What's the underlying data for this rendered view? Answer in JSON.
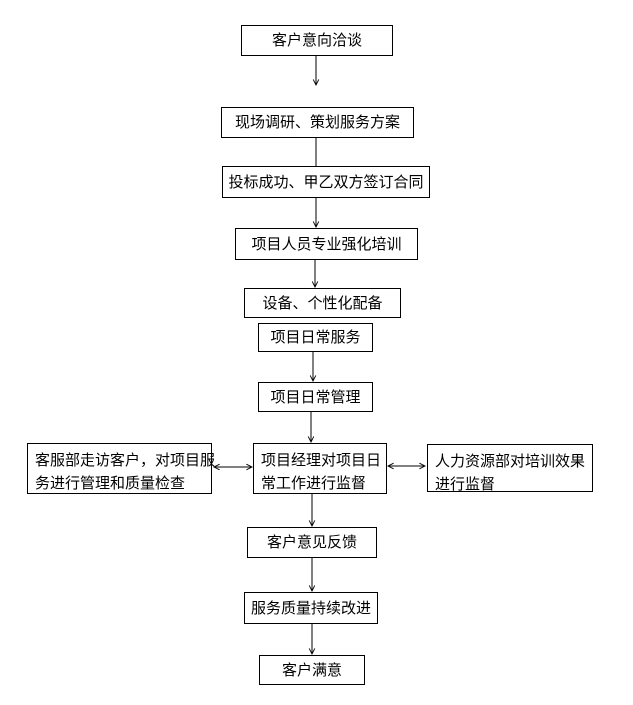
{
  "page": {
    "background_color": "#ffffff",
    "line_color": "#000000",
    "text_color": "#000000"
  },
  "flowchart": {
    "type": "flowchart",
    "nodes": [
      {
        "id": "initial-talk",
        "label": "客户意向洽谈"
      },
      {
        "id": "survey-planning",
        "label": "现场调研、策划服务方案"
      },
      {
        "id": "bid-contract",
        "label": "投标成功、甲乙双方签订合同"
      },
      {
        "id": "staff-training",
        "label": "项目人员专业强化培训"
      },
      {
        "id": "equipment-setup",
        "label": "设备、个性化配备"
      },
      {
        "id": "daily-service",
        "label": "项目日常服务"
      },
      {
        "id": "daily-management",
        "label": "项目日常管理"
      },
      {
        "id": "cs-visit",
        "label": "客服部走访客户，对项目服务进行管理和质量检查",
        "lines": [
          "客服部走访客户，对项目服",
          "务进行管理和质量检查"
        ]
      },
      {
        "id": "pm-supervision",
        "label": "项目经理对项目日常工作进行监督",
        "lines": [
          "项目经理对项目日",
          "常工作进行监督"
        ]
      },
      {
        "id": "hr-supervision",
        "label": "人力资源部对培训效果进行监督",
        "lines": [
          "人力资源部对培训效果",
          "进行监督"
        ]
      },
      {
        "id": "customer-feedback",
        "label": "客户意见反馈"
      },
      {
        "id": "quality-improvement",
        "label": "服务质量持续改进"
      },
      {
        "id": "customer-satisfaction",
        "label": "客户满意"
      }
    ],
    "edges": [
      {
        "from": "initial-talk",
        "to": "survey-planning",
        "arrow": "forward"
      },
      {
        "from": "survey-planning",
        "to": "bid-contract",
        "arrow": "none"
      },
      {
        "from": "bid-contract",
        "to": "staff-training",
        "arrow": "forward"
      },
      {
        "from": "staff-training",
        "to": "equipment-setup",
        "arrow": "forward"
      },
      {
        "from": "daily-service",
        "to": "daily-management",
        "arrow": "forward"
      },
      {
        "from": "daily-management",
        "to": "pm-supervision",
        "arrow": "forward"
      },
      {
        "from": "pm-supervision",
        "to": "cs-visit",
        "arrow": "both"
      },
      {
        "from": "pm-supervision",
        "to": "hr-supervision",
        "arrow": "both"
      },
      {
        "from": "pm-supervision",
        "to": "customer-feedback",
        "arrow": "forward"
      },
      {
        "from": "customer-feedback",
        "to": "quality-improvement",
        "arrow": "forward"
      },
      {
        "from": "quality-improvement",
        "to": "customer-satisfaction",
        "arrow": "forward"
      }
    ]
  }
}
